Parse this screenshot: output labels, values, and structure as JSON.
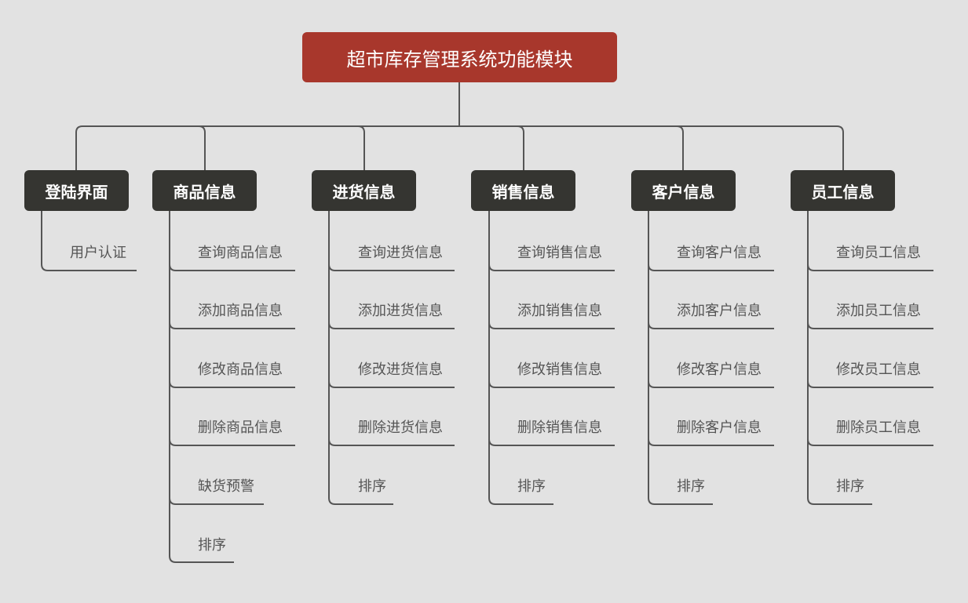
{
  "title": "超市库存管理系统功能模块",
  "colors": {
    "background": "#e2e2e2",
    "root": "#a8372c",
    "category": "#353531",
    "line": "#555555",
    "leaf_text": "#555555"
  },
  "categories": [
    {
      "label": "登陆界面",
      "items": [
        "用户认证"
      ]
    },
    {
      "label": "商品信息",
      "items": [
        "查询商品信息",
        "添加商品信息",
        "修改商品信息",
        "删除商品信息",
        "缺货预警",
        "排序"
      ]
    },
    {
      "label": "进货信息",
      "items": [
        "查询进货信息",
        "添加进货信息",
        "修改进货信息",
        "删除进货信息",
        "排序"
      ]
    },
    {
      "label": "销售信息",
      "items": [
        "查询销售信息",
        "添加销售信息",
        "修改销售信息",
        "删除销售信息",
        "排序"
      ]
    },
    {
      "label": "客户信息",
      "items": [
        "查询客户信息",
        "添加客户信息",
        "修改客户信息",
        "删除客户信息",
        "排序"
      ]
    },
    {
      "label": "员工信息",
      "items": [
        "查询员工信息",
        "添加员工信息",
        "修改员工信息",
        "删除员工信息",
        "排序"
      ]
    }
  ]
}
